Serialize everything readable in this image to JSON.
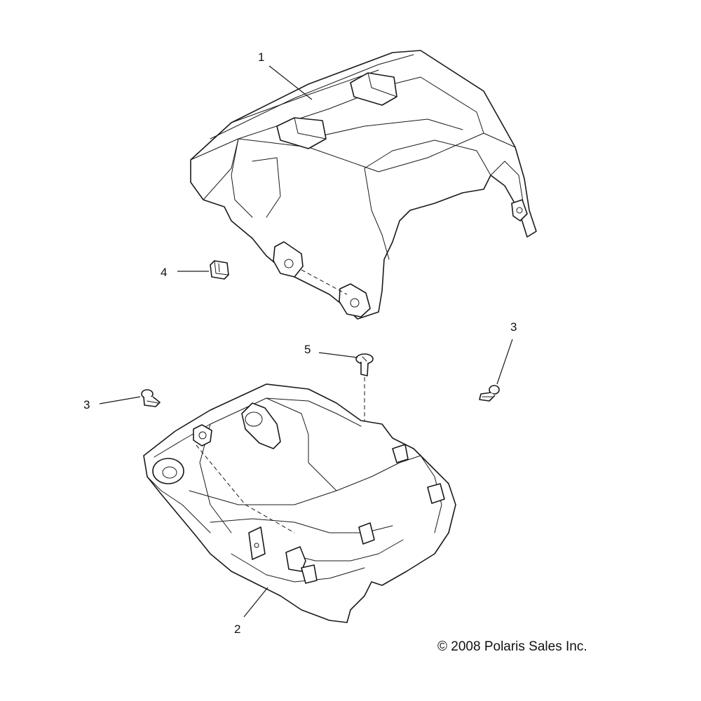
{
  "callouts": {
    "c1": "1",
    "c2": "2",
    "c3a": "3",
    "c3b": "3",
    "c4": "4",
    "c5": "5"
  },
  "copyright": "© 2008 Polaris Sales Inc."
}
